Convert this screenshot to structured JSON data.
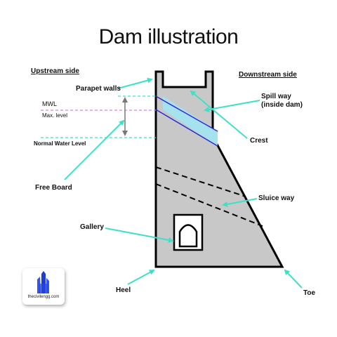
{
  "title": "Dam illustration",
  "labels": {
    "upstream_side": "Upstream side",
    "downstream_side": "Downstream side",
    "parapet_walls": "Parapet walls",
    "spill_way_line1": "Spill way",
    "spill_way_line2": "(inside dam)",
    "mwl": "MWL",
    "max_level": "Max. level",
    "crest": "Crest",
    "normal_water_level": "Normal Water Level",
    "free_board": "Free Board",
    "sluice_way": "Sluice way",
    "gallery": "Gallery",
    "heel": "Heel",
    "toe": "Toe"
  },
  "logo": {
    "text": "thecivilengg.com"
  },
  "colors": {
    "dam_fill": "#c8c8c8",
    "outline": "#000000",
    "spillway_fill": "#a6e2ee",
    "spillway_line": "#2a2ad8",
    "arrow": "#3fe0c8",
    "mwl_line": "#e07de0",
    "normal_level_line": "#3fe0c8",
    "free_board_arrow": "#777777"
  }
}
